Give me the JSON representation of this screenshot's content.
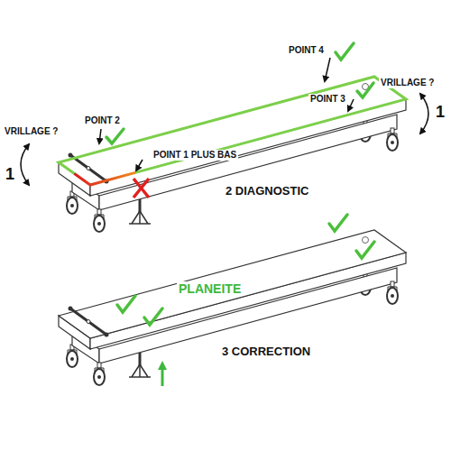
{
  "diagram": {
    "labels": [
      "POINT 4",
      "POINT 3",
      "VRILLAGE ?",
      "1",
      "VRILLAGE ?",
      "POINT 2",
      "POINT 1 PLUS BAS",
      "1",
      "2 DIAGNOSTIC",
      "PLANEITE",
      "3 CORRECTION"
    ]
  }
}
